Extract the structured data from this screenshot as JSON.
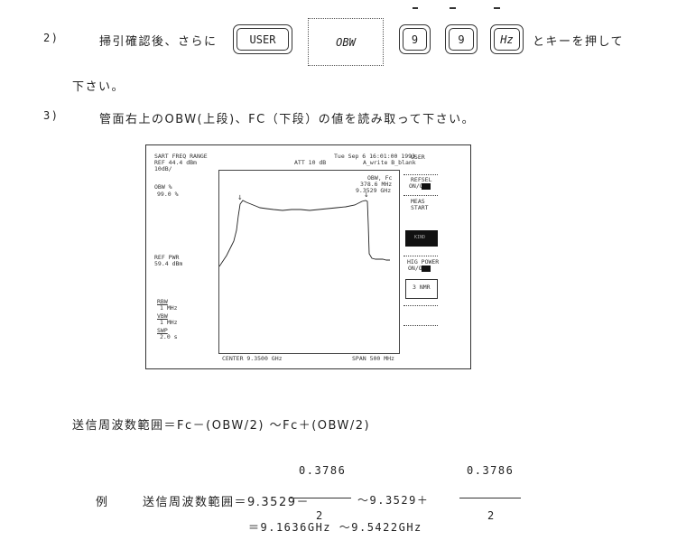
{
  "step2": {
    "number": "2)",
    "text_before": "掃引確認後、さらに",
    "keys": [
      "USER",
      "OBW",
      "9",
      "9",
      "Hz"
    ],
    "text_after": "とキーを押して",
    "continuation": "下さい。"
  },
  "step3": {
    "number": "3)",
    "text": "管面右上のOBW(上段)、FC（下段）の値を読み取って下さい。"
  },
  "screen": {
    "title": "SART FREQ RANGE",
    "ref_level": "REF 44.4 dBm",
    "scale": "10dB/",
    "date": "Tue Sep 6 16:01:00 1993",
    "att": "ATT 10 dB",
    "trace": "A_write B_blank",
    "obw_label": "OBW %",
    "obw_pct": "99.0 %",
    "ref_pwr_label": "REF PWR",
    "ref_pwr_value": "59.4 dBm",
    "rbw_label": "RBW",
    "rbw_value": "1 MHz",
    "vbw_label": "VBW",
    "vbw_value": "1 MHz",
    "swp_label": "SWP",
    "swp_value": "2.0 s",
    "marker_header": "OBW, Fc",
    "marker_obw": "378.6 MHz",
    "marker_fc": "9.3529 GHz",
    "center": "CENTER 9.3500 GHz",
    "span": "SPAN 500 MHz",
    "softkeys": {
      "user": "USER",
      "refsel_1": "REFSEL",
      "refsel_2": "ON/OFF",
      "meas_1": "MEAS",
      "meas_2": "START",
      "kind": "KIND",
      "hpower_1": "HIG POWER",
      "hpower_2": "ON/OFF",
      "nmr": "3 NMR"
    }
  },
  "formula": {
    "text": "送信周波数範囲＝Fc－(OBW/2) ～Fc＋(OBW/2)"
  },
  "example": {
    "label": "例",
    "lhs": "送信周波数範囲＝9.3529－",
    "numerator1": "0.3786",
    "denominator1": "2",
    "middle": "～9.3529＋",
    "numerator2": "0.3786",
    "denominator2": "2",
    "result": "＝9.1636GHz ～9.5422GHz"
  }
}
